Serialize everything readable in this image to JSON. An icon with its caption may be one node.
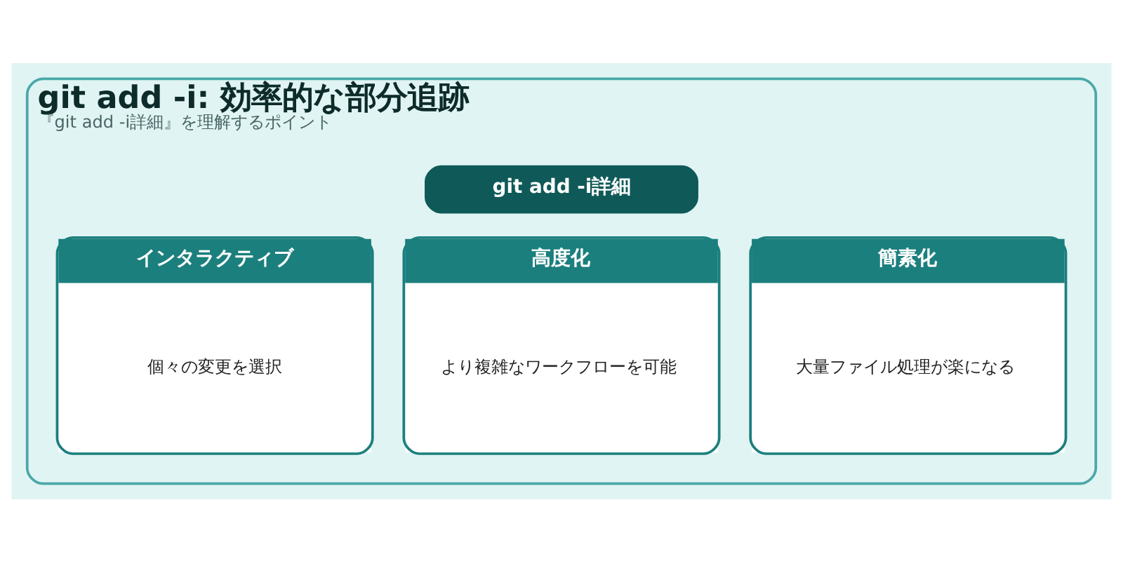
{
  "diagram": {
    "nodes": [
      {
        "text": [
          "git add -i: 効率的な部分追跡",
          "『git add -i詳細』を理解するポイント"
        ]
      },
      {
        "text": [
          "git add -i詳細"
        ],
        "in": 0
      },
      {
        "text": [
          "インタラクティブ",
          "個々の変更を選択"
        ],
        "in": 0
      },
      {
        "text": [
          "高度化",
          "より複雑なワークフローを可能"
        ],
        "in": 0
      },
      {
        "text": [
          "簡素化",
          "大量ファイル処理が楽になる"
        ],
        "in": 0
      }
    ]
  }
}
